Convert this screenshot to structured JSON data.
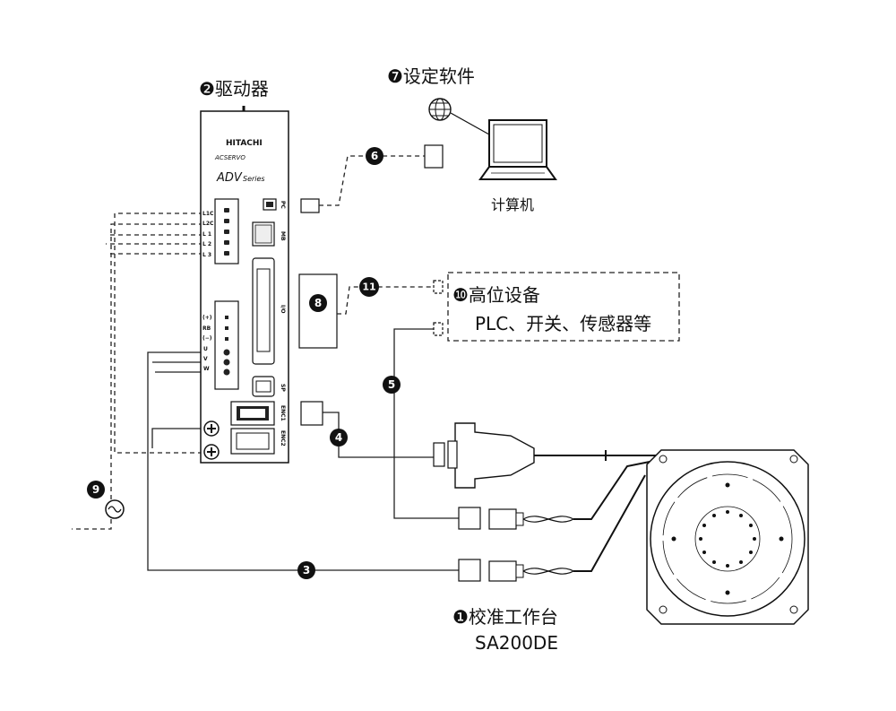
{
  "drive": {
    "title": "❷驱动器",
    "brand": "HITACHI",
    "sub": "ACSERVO",
    "series_main": "ADV",
    "series_sub": "Series",
    "power_terminals": [
      "L1C",
      "L2C",
      "L 1",
      "L 2",
      "L 3"
    ],
    "motor_terminals": [
      "(+)",
      "RB",
      "(−)",
      "U",
      "V",
      "W"
    ],
    "port_labels": [
      "PC",
      "MB",
      "I/O",
      "SP",
      "ENC1",
      "ENC2"
    ]
  },
  "software": {
    "title": "❼设定软件",
    "computer_label": "计算机"
  },
  "host": {
    "title": "❿高位设备",
    "subtitle": "PLC、开关、传感器等"
  },
  "stage": {
    "title": "❶校准工作台",
    "model": "SA200DE"
  },
  "callouts": [
    "3",
    "4",
    "5",
    "6",
    "8",
    "9",
    "11"
  ]
}
